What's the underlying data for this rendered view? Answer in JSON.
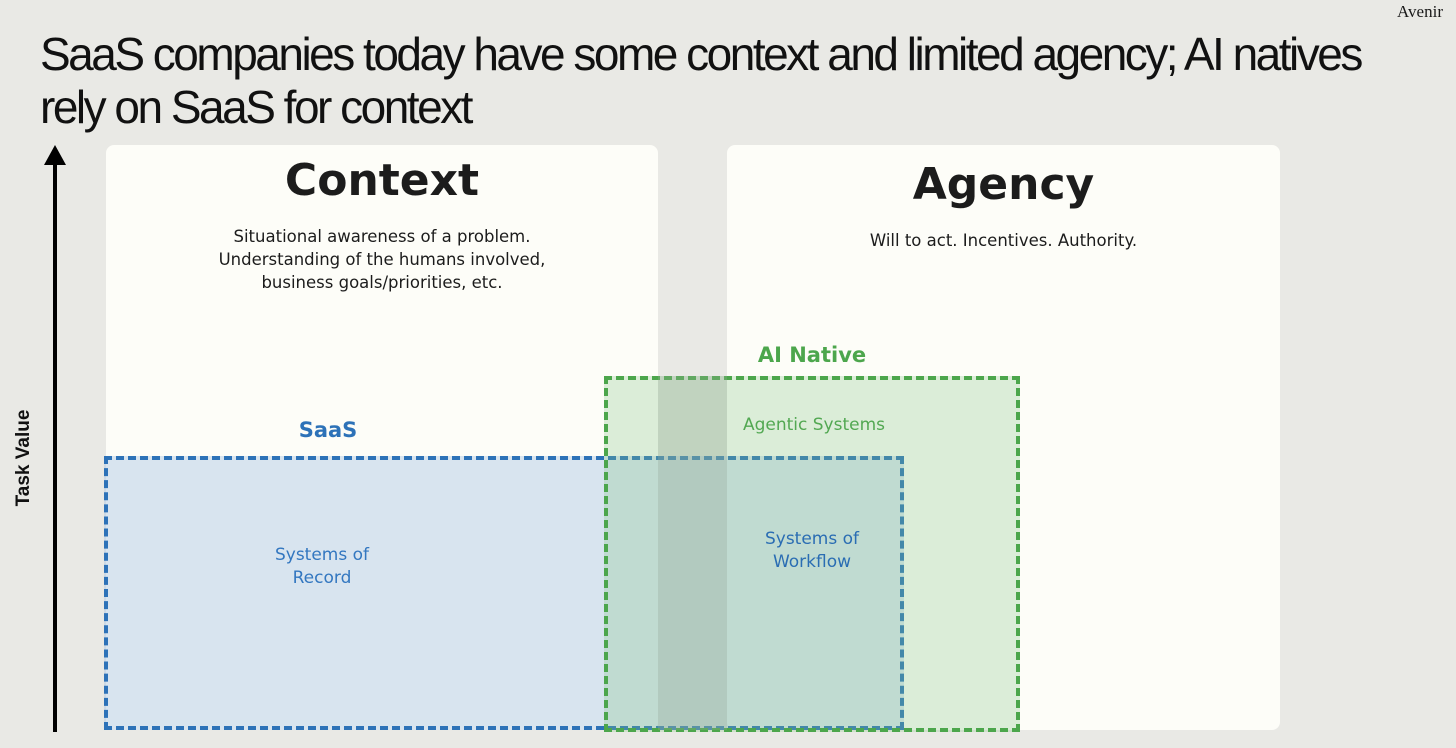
{
  "brand": "Avenir",
  "title": "SaaS companies today have some context and limited agency; AI natives rely on SaaS for context",
  "axis": {
    "label": "Task Value"
  },
  "panels": {
    "context": {
      "title": "Context",
      "description": "Situational awareness of a problem.\nUnderstanding of the humans involved,\nbusiness goals/priorities, etc."
    },
    "agency": {
      "title": "Agency",
      "description": "Will to act. Incentives. Authority."
    }
  },
  "groups": {
    "saas": {
      "label": "SaaS",
      "color": "#2d72b8",
      "item": "Systems of\nRecord"
    },
    "ai_native": {
      "label": "AI Native",
      "color": "#4ca64c",
      "item": "Agentic Systems"
    },
    "overlap": {
      "item": "Systems of\nWorkflow"
    }
  }
}
